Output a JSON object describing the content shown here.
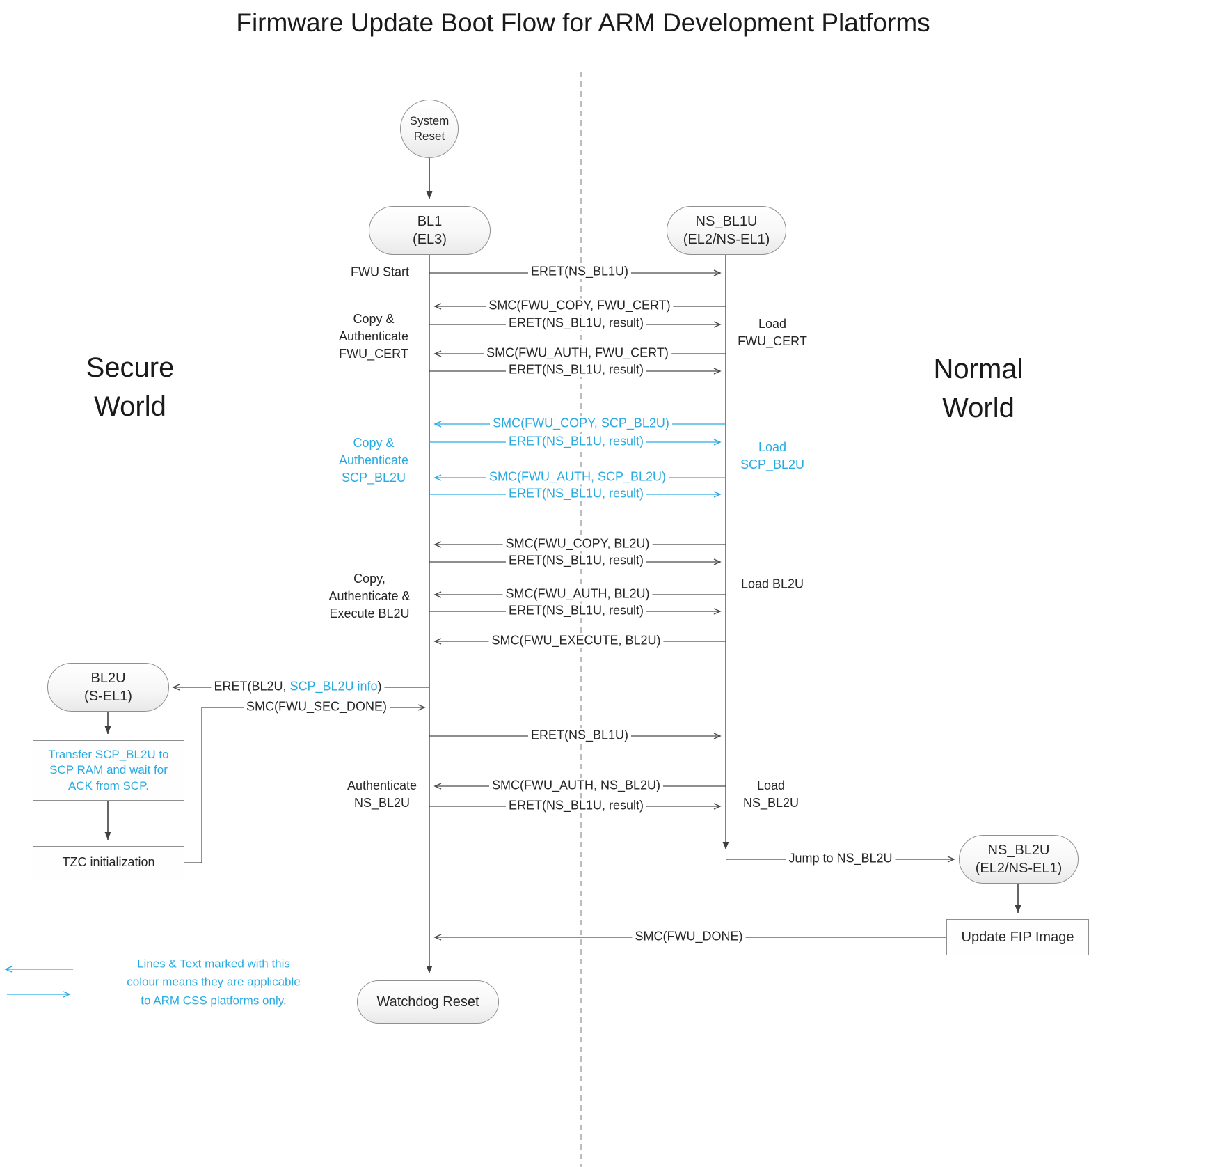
{
  "title": "Firmware Update Boot Flow for ARM Development Platforms",
  "colors": {
    "accent_blue": "#29ABE2",
    "line": "#404040"
  },
  "worlds": {
    "secure": "Secure\nWorld",
    "normal": "Normal\nWorld"
  },
  "nodes": {
    "system_reset": "System\nReset",
    "bl1": "BL1\n(EL3)",
    "ns_bl1u": "NS_BL1U\n(EL2/NS-EL1)",
    "bl2u": "BL2U\n(S-EL1)",
    "ns_bl2u": "NS_BL2U\n(EL2/NS-EL1)",
    "transfer_scp": "Transfer SCP_BL2U to\nSCP RAM and wait for\nACK from SCP.",
    "tzc_init": "TZC initialization",
    "update_fip": "Update FIP Image",
    "watchdog": "Watchdog Reset"
  },
  "side_labels": {
    "fwu_start": "FWU Start",
    "copy_auth_fwu_cert": "Copy &\nAuthenticate\nFWU_CERT",
    "copy_auth_scp_bl2u": "Copy &\nAuthenticate\nSCP_BL2U",
    "copy_auth_exec_bl2u": "Copy,\nAuthenticate &\nExecute BL2U",
    "auth_ns_bl2u": "Authenticate\nNS_BL2U",
    "load_fwu_cert": "Load\nFWU_CERT",
    "load_scp_bl2u": "Load\nSCP_BL2U",
    "load_bl2u": "Load BL2U",
    "load_ns_bl2u": "Load\nNS_BL2U"
  },
  "messages": {
    "m1": "ERET(NS_BL1U)",
    "m2": "SMC(FWU_COPY, FWU_CERT)",
    "m3": "ERET(NS_BL1U, result)",
    "m4": "SMC(FWU_AUTH, FWU_CERT)",
    "m5": "ERET(NS_BL1U, result)",
    "m6": "SMC(FWU_COPY, SCP_BL2U)",
    "m7": "ERET(NS_BL1U, result)",
    "m8": "SMC(FWU_AUTH, SCP_BL2U)",
    "m9": "ERET(NS_BL1U, result)",
    "m10": "SMC(FWU_COPY, BL2U)",
    "m11": "ERET(NS_BL1U, result)",
    "m12": "SMC(FWU_AUTH, BL2U)",
    "m13": "ERET(NS_BL1U, result)",
    "m14": "SMC(FWU_EXECUTE, BL2U)",
    "eret_bl2u_prefix": "ERET(BL2U, ",
    "eret_bl2u_blue": "SCP_BL2U info",
    "eret_bl2u_suffix": ")",
    "m16": "SMC(FWU_SEC_DONE)",
    "m17": "ERET(NS_BL1U)",
    "m18": "SMC(FWU_AUTH, NS_BL2U)",
    "m19": "ERET(NS_BL1U, result)",
    "m20": "Jump to NS_BL2U",
    "m21": "SMC(FWU_DONE)"
  },
  "legend": {
    "text": "Lines & Text marked with this\ncolour means they are applicable\nto ARM CSS platforms only."
  }
}
